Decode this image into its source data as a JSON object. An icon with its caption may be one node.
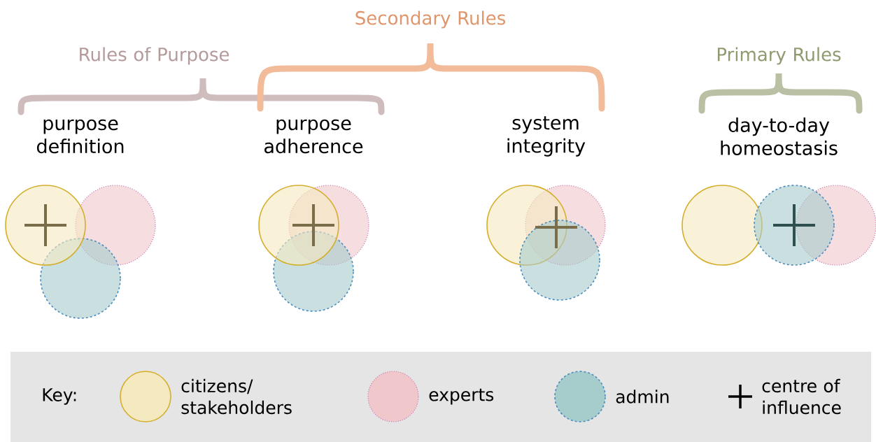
{
  "diagram": {
    "labels": [
      "Secondary Rules",
      "Rules of Purpose",
      "Primary Rules",
      "purpose definition",
      "purpose adherence",
      "system integrity",
      "day-to-day homeostasis",
      "Key:"
    ],
    "legend": [
      {
        "text": "citizens/ stakeholders",
        "color": "#f5e9c0"
      },
      {
        "text": "experts",
        "color": "#f0c8cc"
      },
      {
        "text": "admin",
        "color": "#a6cccc"
      },
      {
        "text": "centre of influence"
      }
    ]
  }
}
